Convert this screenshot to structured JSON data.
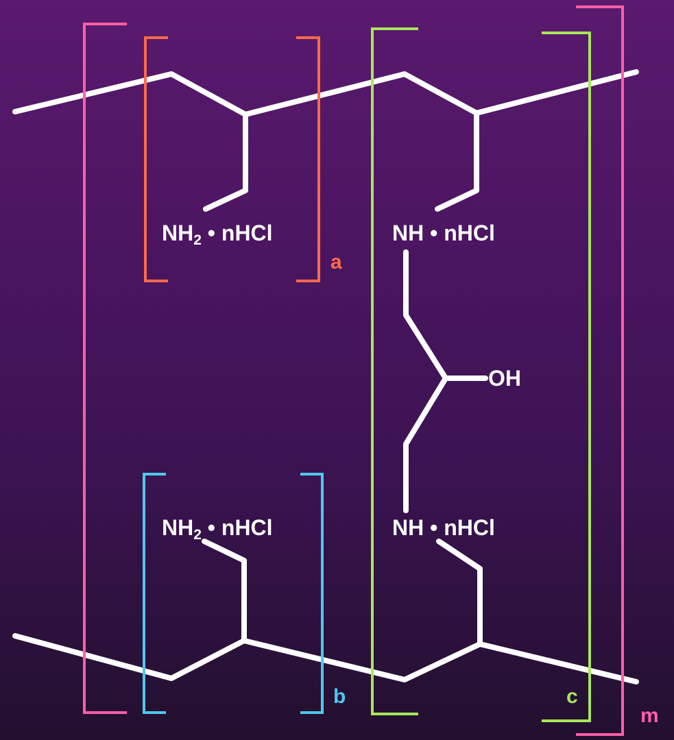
{
  "diagram": {
    "groups": {
      "a": {
        "subscript": "a",
        "label": {
          "base": "NH",
          "sub": "2",
          "rest": " • nHCl"
        },
        "color": "#ff6a4a"
      },
      "b": {
        "subscript": "b",
        "label": {
          "base": "NH",
          "sub": "2",
          "rest": " • nHCl"
        },
        "color": "#4ec8ee"
      },
      "c": {
        "subscript": "c",
        "top_label": "NH • nHCl",
        "hydroxyl_label": "OH",
        "bottom_label": "NH • nHCl",
        "color": "#a8e65a"
      },
      "m": {
        "subscript": "m",
        "color": "#ff5fa8"
      }
    },
    "bond_color": "#ffffff"
  }
}
